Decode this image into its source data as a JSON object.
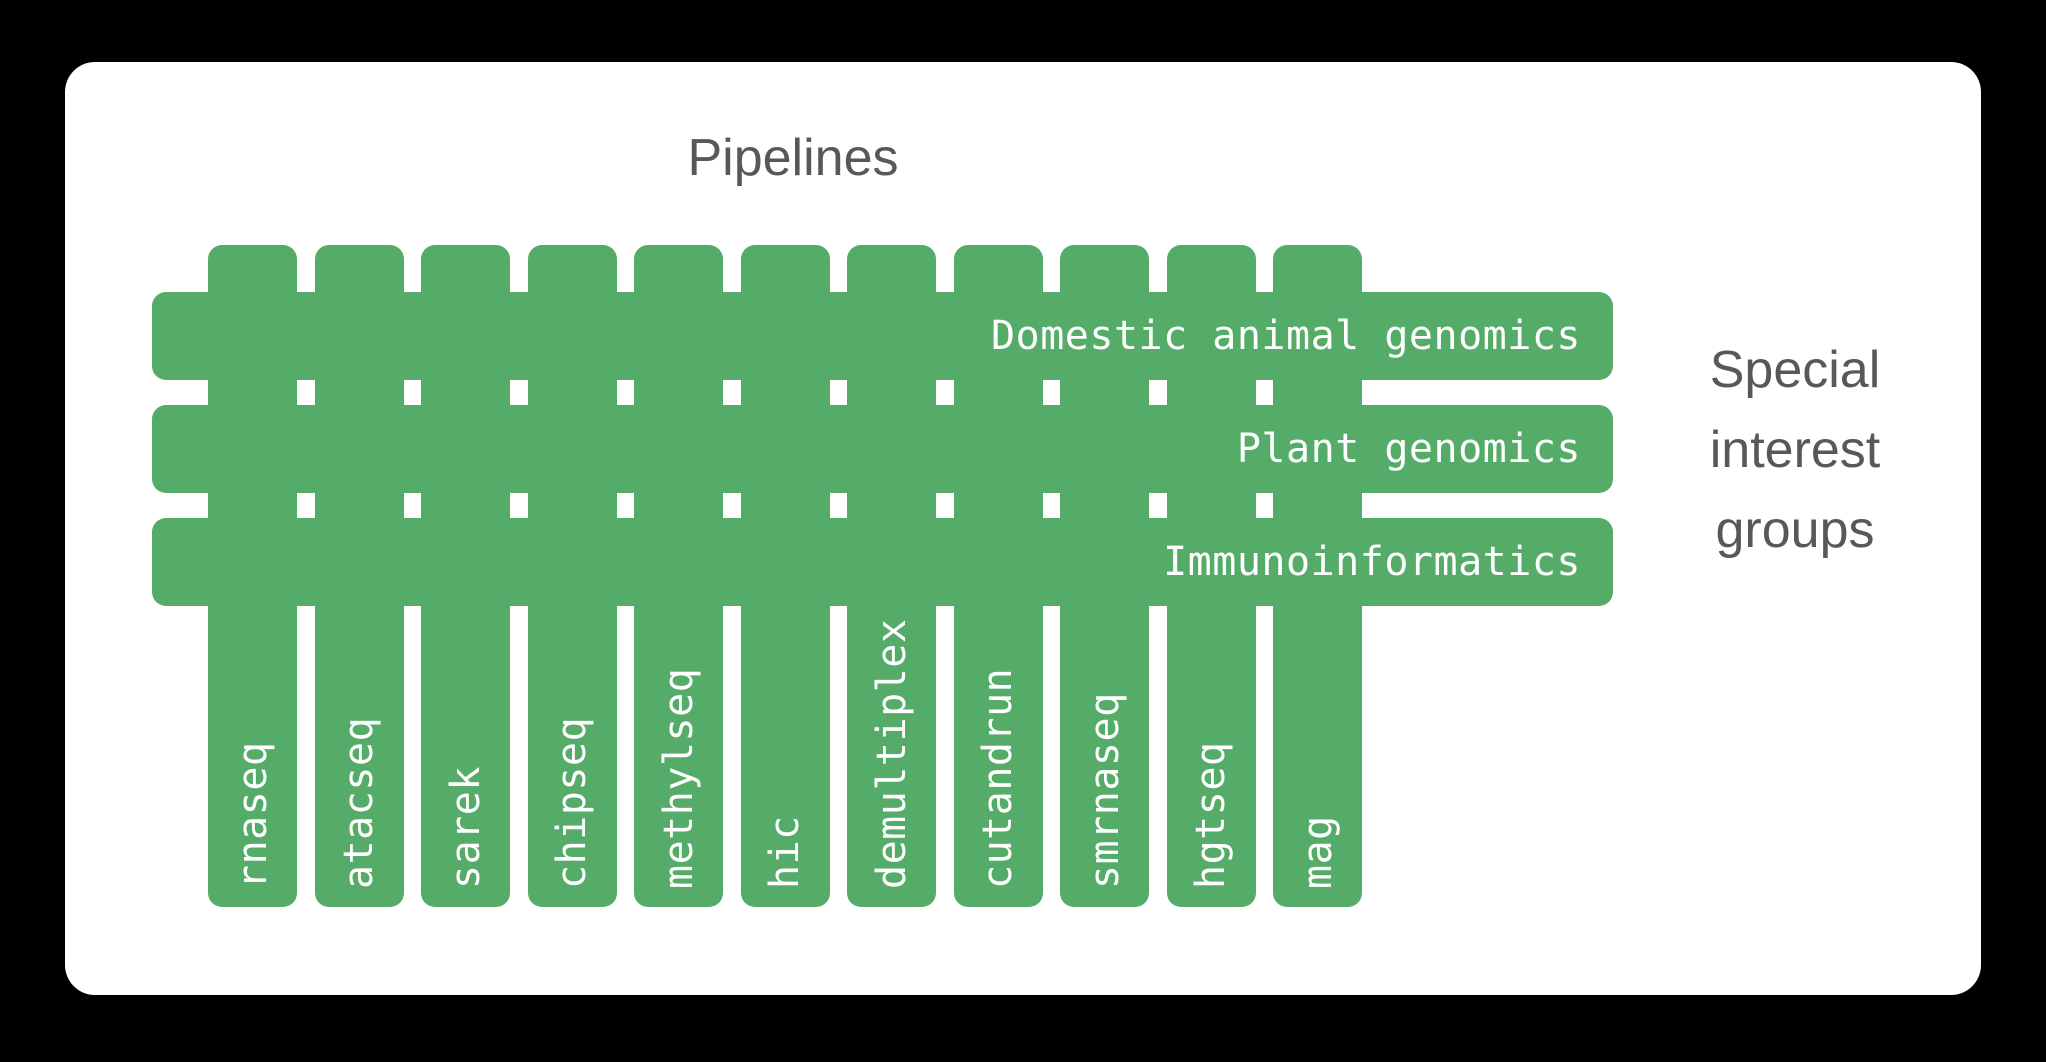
{
  "theme": {
    "page_background": "#000000",
    "card_background": "#ffffff",
    "accent_green": "#54ac68",
    "label_text": "#ffffff",
    "heading_text": "#585858"
  },
  "headings": {
    "pipelines_title": "Pipelines",
    "sig_caption_lines": [
      "Special",
      "interest",
      "groups"
    ]
  },
  "pipelines": [
    {
      "label": "rnaseq"
    },
    {
      "label": "atacseq"
    },
    {
      "label": "sarek"
    },
    {
      "label": "chipseq"
    },
    {
      "label": "methylseq"
    },
    {
      "label": "hic"
    },
    {
      "label": "demultiplex"
    },
    {
      "label": "cutandrun"
    },
    {
      "label": "smrnaseq"
    },
    {
      "label": "hgtseq"
    },
    {
      "label": "mag"
    }
  ],
  "special_interest_groups": [
    {
      "label": "Domestic animal genomics"
    },
    {
      "label": "Plant genomics"
    },
    {
      "label": "Immunoinformatics"
    }
  ]
}
